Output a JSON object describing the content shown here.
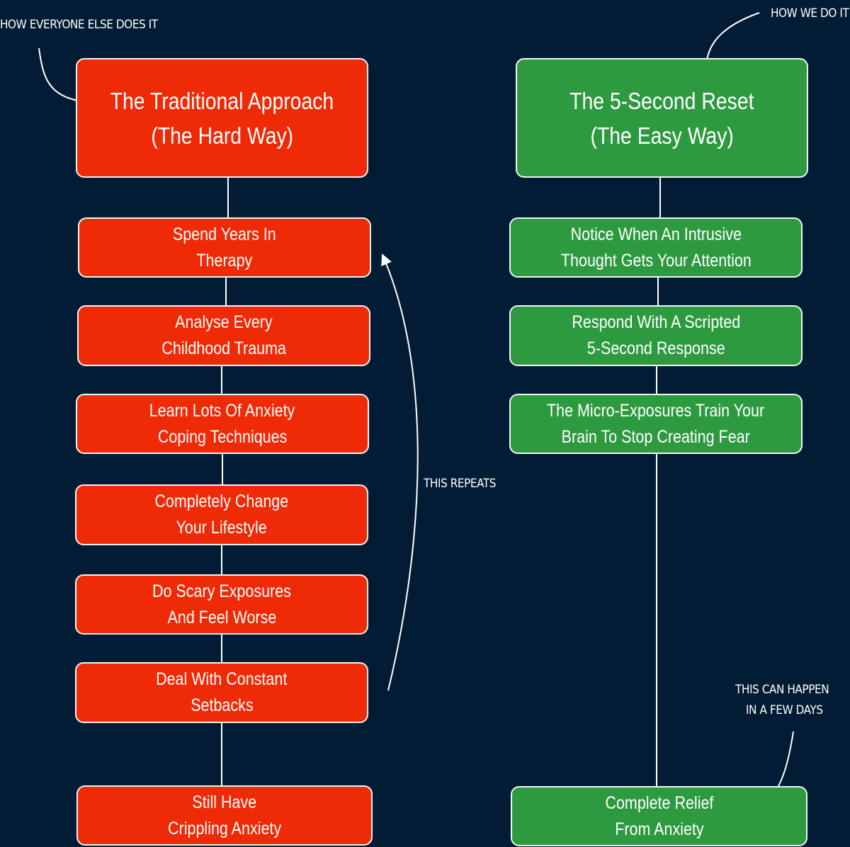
{
  "annotations": {
    "how_everyone_else": "HOW EVERYONE ELSE DOES IT",
    "how_we_do_it": "HOW WE DO IT",
    "this_repeats": "THIS REPEATS",
    "this_can_happen_line1": "THIS CAN HAPPEN",
    "this_can_happen_line2": "IN A FEW DAYS"
  },
  "traditional": {
    "title_line1": "The Traditional Approach",
    "title_line2": "(The Hard Way)",
    "steps": [
      {
        "line1": "Spend Years In",
        "line2": "Therapy"
      },
      {
        "line1": "Analyse Every",
        "line2": "Childhood Trauma"
      },
      {
        "line1": "Learn Lots Of Anxiety",
        "line2": "Coping Techniques"
      },
      {
        "line1": "Completely Change",
        "line2": "Your Lifestyle"
      },
      {
        "line1": "Do Scary Exposures",
        "line2": "And Feel Worse"
      },
      {
        "line1": "Deal With Constant",
        "line2": "Setbacks"
      },
      {
        "line1": "Still Have",
        "line2": "Crippling Anxiety"
      }
    ]
  },
  "reset": {
    "title_line1": "The 5-Second Reset",
    "title_line2": "(The Easy Way)",
    "steps": [
      {
        "line1": "Notice When An Intrusive",
        "line2": "Thought Gets Your Attention"
      },
      {
        "line1": "Respond With A Scripted",
        "line2": "5-Second Response"
      },
      {
        "line1": "The Micro-Exposures Train Your",
        "line2": "Brain To Stop Creating Fear"
      },
      {
        "line1": "Complete Relief",
        "line2": "From Anxiety"
      }
    ]
  },
  "colors": {
    "background": "#011c34",
    "red": "#ef2a06",
    "green": "#2e9a40",
    "stroke": "#f4f4f4"
  }
}
